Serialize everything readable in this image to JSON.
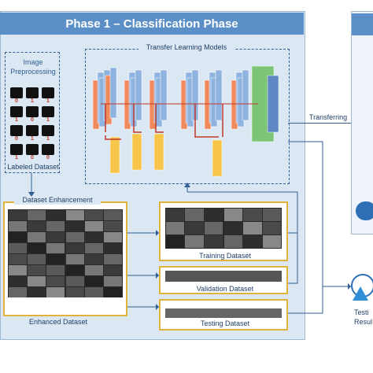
{
  "phase": {
    "title": "Phase 1 – Classification Phase"
  },
  "image_preprocessing": {
    "label": "Image\nPreprocessing",
    "caption": "Labeled Dataset",
    "digits": [
      "0",
      "1",
      "1",
      "1",
      "0",
      "1",
      "0",
      "1",
      "1",
      "1",
      "0",
      "0"
    ]
  },
  "transfer_learning": {
    "label": "Transfer Learning Models"
  },
  "dataset_enhancement": {
    "label": "Dataset Enhancement",
    "caption": "Enhanced Dataset"
  },
  "training": {
    "caption": "Training Dataset"
  },
  "validation": {
    "caption": "Validation Dataset"
  },
  "testing": {
    "caption": "Testing Dataset"
  },
  "transferring": {
    "label": "Transferring"
  },
  "right": {
    "result_label_1": "Testi",
    "result_label_2": "Resul"
  },
  "colors": {
    "accent": "#5b8fc7",
    "panel": "#dbe7f3",
    "gold": "#e0b43a",
    "orange": "#f08a5d",
    "blue": "#8fb3df",
    "yellow": "#f6c54a",
    "green": "#7cc576",
    "red": "#c0392b"
  }
}
